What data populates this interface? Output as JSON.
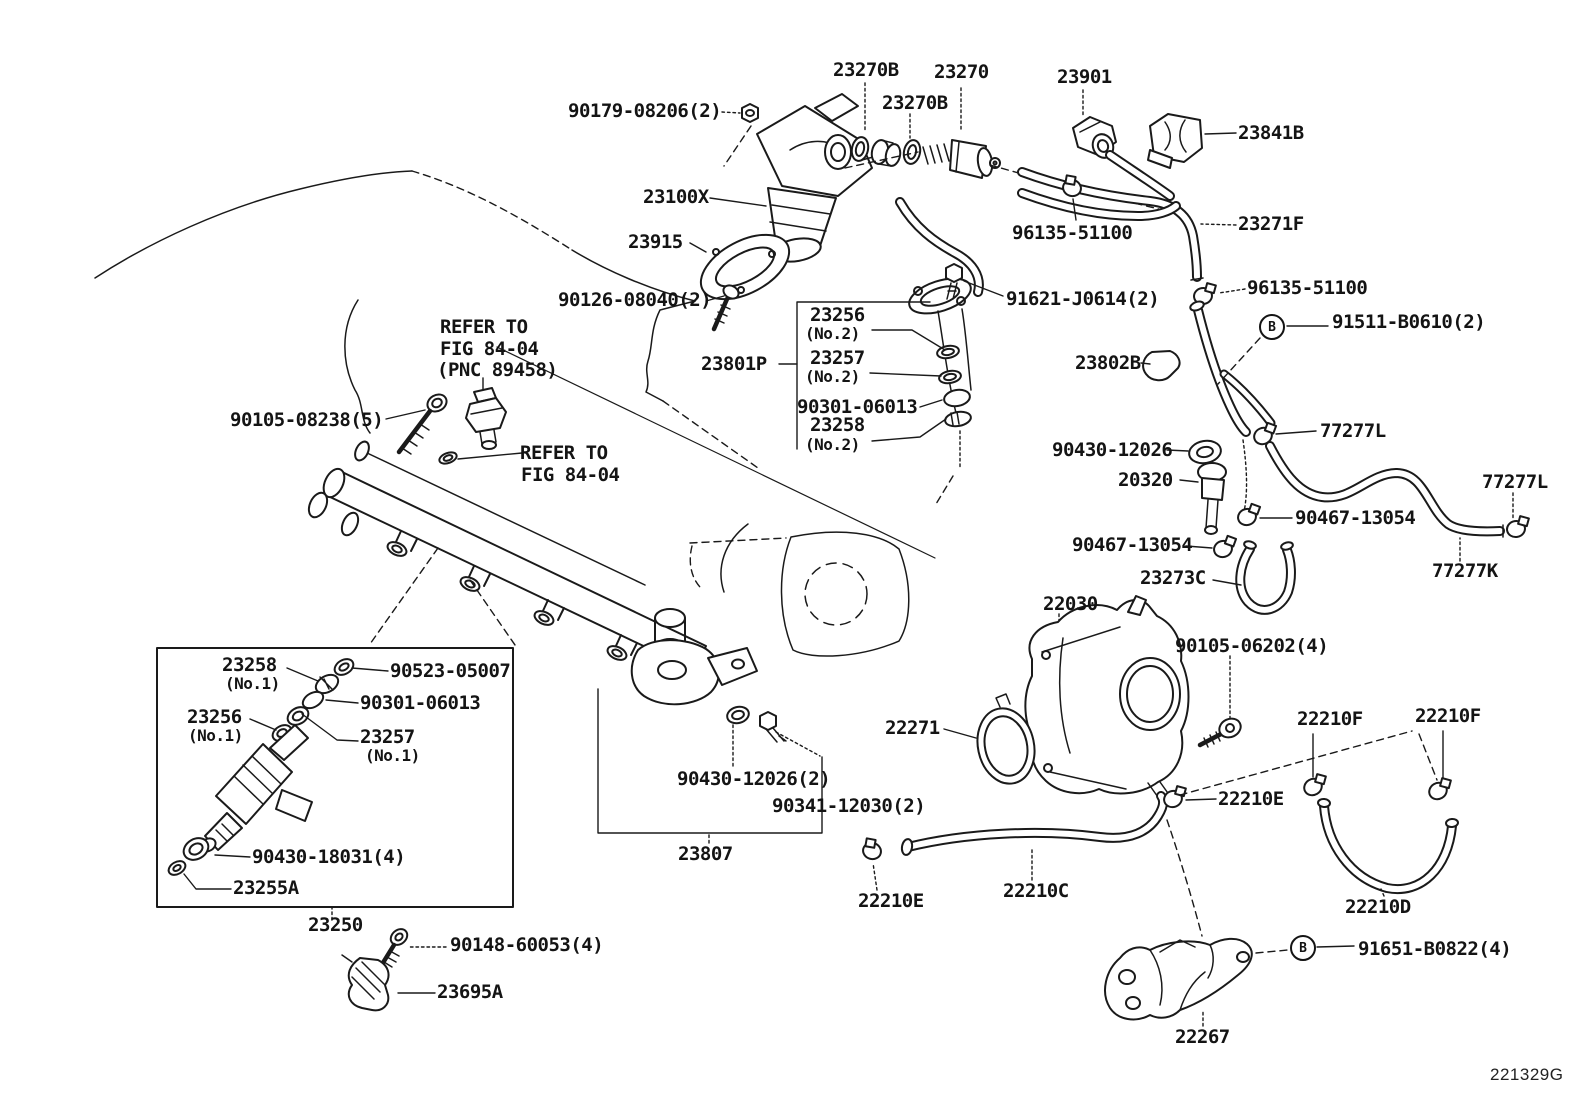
{
  "figure": {
    "code": "221329G"
  },
  "callout": {
    "b": "B"
  },
  "notes": {
    "refer1_l1": "REFER TO",
    "refer1_l2": "FIG 84-04",
    "refer1_l3": "(PNC 89458)",
    "refer2_l1": "REFER TO",
    "refer2_l2": "FIG 84-04"
  },
  "labels": {
    "b90179_08206": "90179-08206(2)",
    "b23270b_a": "23270B",
    "b23270": "23270",
    "b23270b_b": "23270B",
    "b23901": "23901",
    "b23841b": "23841B",
    "b23100x": "23100X",
    "b96135_a": "96135-51100",
    "b23271f": "23271F",
    "b23915": "23915",
    "b90126_08040": "90126-08040(2)",
    "b91621_j0614": "91621-J0614(2)",
    "b96135_b": "96135-51100",
    "b23256_no2": "23256",
    "no2_a": "(No.2)",
    "b23801p": "23801P",
    "b23257_no2": "23257",
    "no2_b": "(No.2)",
    "b90301_06013_a": "90301-06013",
    "b23258_no2": "23258",
    "no2_c": "(No.2)",
    "b91511_b0610": "91511-B0610(2)",
    "b23802b": "23802B",
    "b77277l_a": "77277L",
    "b90430_12026_a": "90430-12026",
    "b77277l_b": "77277L",
    "b20320": "20320",
    "b90467_13054_a": "90467-13054",
    "b90467_13054_b": "90467-13054",
    "b23273c": "23273C",
    "b77277k": "77277K",
    "b22030": "22030",
    "b90105_06202": "90105-06202(4)",
    "b22271": "22271",
    "b22210f_a": "22210F",
    "b22210f_b": "22210F",
    "b22210e_a": "22210E",
    "b22210e_b": "22210E",
    "b22210c": "22210C",
    "b22210d": "22210D",
    "b91651_b0822": "91651-B0822(4)",
    "b22267": "22267",
    "b90430_12026_2": "90430-12026(2)",
    "b90341_12030": "90341-12030(2)",
    "b23807": "23807",
    "b90105_08238": "90105-08238(5)",
    "b23258_no1": "23258",
    "no1_a": "(No.1)",
    "b90523_05007": "90523-05007",
    "b90301_06013_b": "90301-06013",
    "b23256_no1": "23256",
    "no1_b": "(No.1)",
    "b23257_no1": "23257",
    "no1_c": "(No.1)",
    "b90430_18031": "90430-18031(4)",
    "b23255a": "23255A",
    "b23250": "23250",
    "b90148_60053": "90148-60053(4)",
    "b23695a": "23695A"
  }
}
